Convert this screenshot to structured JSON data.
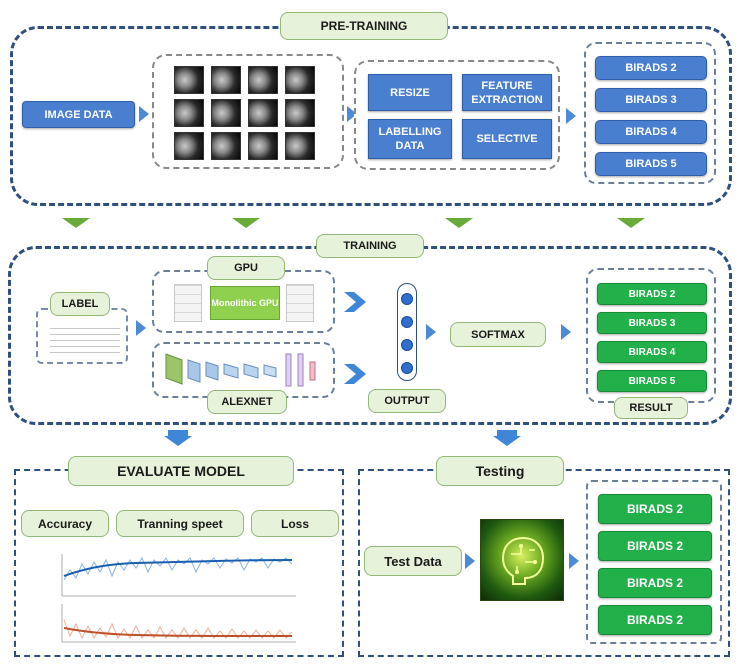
{
  "pretraining": {
    "title": "PRE-TRAINING",
    "image_data": "IMAGE DATA",
    "ops": [
      "RESIZE",
      "FEATURE EXTRACTION",
      "LABELLING DATA",
      "SELECTIVE"
    ],
    "classes": [
      "BIRADS 2",
      "BIRADS 3",
      "BIRADS 4",
      "BIRADS 5"
    ]
  },
  "training": {
    "title": "TRAINING",
    "label": "LABEL",
    "gpu": "GPU",
    "gpu_chip": "Monolithic GPU",
    "alexnet": "ALEXNET",
    "output": "OUTPUT",
    "softmax": "SOFTMAX",
    "result": "RESULT",
    "classes": [
      "BIRADS 2",
      "BIRADS 3",
      "BIRADS 4",
      "BIRADS 5"
    ]
  },
  "evaluate": {
    "title": "EVALUATE MODEL",
    "metrics": [
      "Accuracy",
      "Tranning speet",
      "Loss"
    ]
  },
  "testing": {
    "title": "Testing",
    "test_data": "Test Data",
    "classes": [
      "BIRADS 2",
      "BIRADS 2",
      "BIRADS 2",
      "BIRADS 2"
    ]
  },
  "colors": {
    "blue": "#4a7fd0",
    "green": "#22b04b",
    "section_border": "#2f4f7f",
    "label_bg": "#e6f2d9"
  }
}
